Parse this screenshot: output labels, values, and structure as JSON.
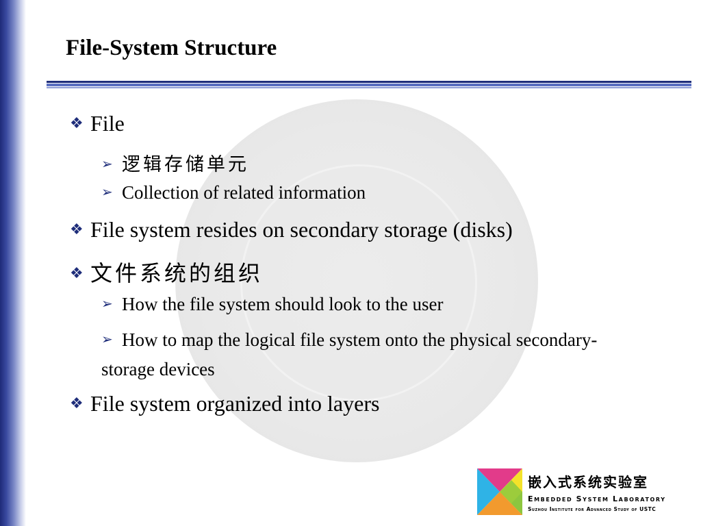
{
  "slide": {
    "title": "File-System Structure",
    "bullets": [
      {
        "text": "File",
        "sub": [
          "逻辑存储单元",
          "Collection of related information"
        ]
      },
      {
        "text": "File system resides on secondary storage (disks)",
        "sub": []
      },
      {
        "text": "文件系统的组织",
        "sub": [
          "How the file system should look to the user",
          "How to map the logical file system onto the physical secondary-storage devices"
        ]
      },
      {
        "text": "File system organized into layers",
        "sub": []
      }
    ]
  },
  "logo": {
    "cn_name": "嵌入式系统实验室",
    "en_name": "Embedded System Laboratory",
    "institute": "Suzhou Institute for Advanced Study of USTC"
  },
  "colors": {
    "accent": "#1e2d7a",
    "left_bar": "#2a3990"
  }
}
